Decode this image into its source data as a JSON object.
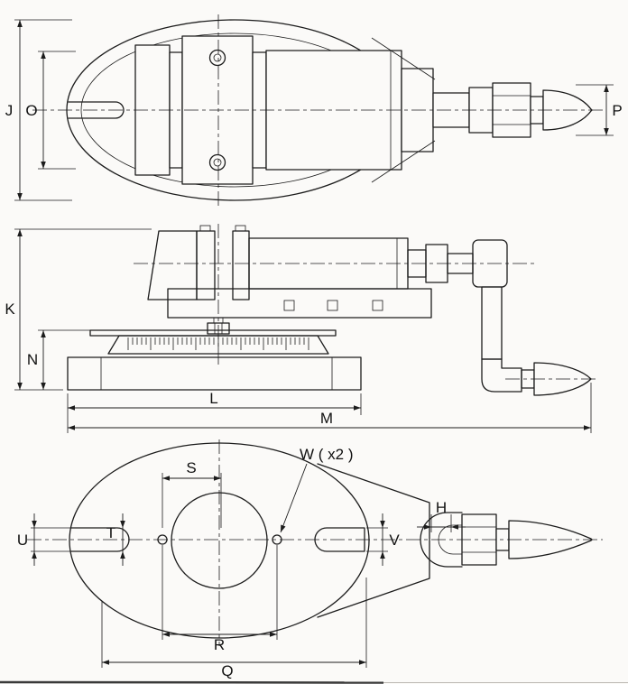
{
  "drawing": {
    "background": "#fbfaf8",
    "ink": "#1c1c1c",
    "labels": {
      "j": "J",
      "o": "O",
      "p": "P",
      "k": "K",
      "n": "N",
      "l": "L",
      "m": "M",
      "s": "S",
      "w": "W ( x2 )",
      "u": "U",
      "t": "T",
      "v": "V",
      "h": "H",
      "r": "R",
      "q": "Q"
    }
  }
}
